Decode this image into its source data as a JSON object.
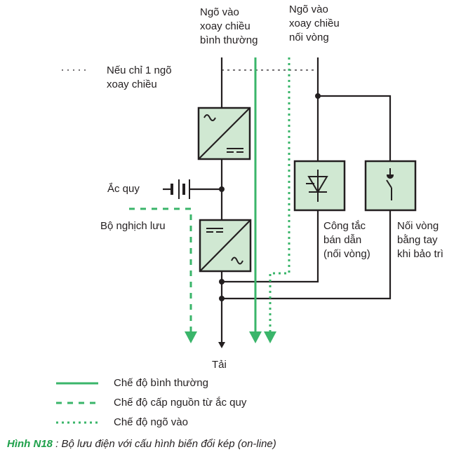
{
  "colors": {
    "green": "#3ab56a",
    "box_fill": "#d0e8d2",
    "line": "#231f20",
    "caption_accent": "#1ea04a"
  },
  "labels": {
    "normal_input": "Ngõ vào\nxoay chiều\nbình thường",
    "bypass_input": "Ngõ vào\nxoay chiều\nnối vòng",
    "single_input_note": "Nếu chỉ 1 ngõ\nxoay chiều",
    "battery": "Ắc quy",
    "inverter": "Bộ nghịch lưu",
    "static_switch": "Công tắc\nbán dẫn\n(nối vòng)",
    "maintenance_bypass": "Nối vòng\nbằng tay\nkhi bảo trì",
    "load": "Tải"
  },
  "legend": [
    {
      "style": "solid",
      "label": "Chế độ bình thường"
    },
    {
      "style": "dashed",
      "label": "Chế độ cấp nguồn từ ắc quy"
    },
    {
      "style": "dotted",
      "label": "Chế độ ngõ vào"
    }
  ],
  "caption": {
    "figure": "Hình N18",
    "text": " : Bộ lưu điện với cấu hình biến đổi kép (on-line)"
  }
}
